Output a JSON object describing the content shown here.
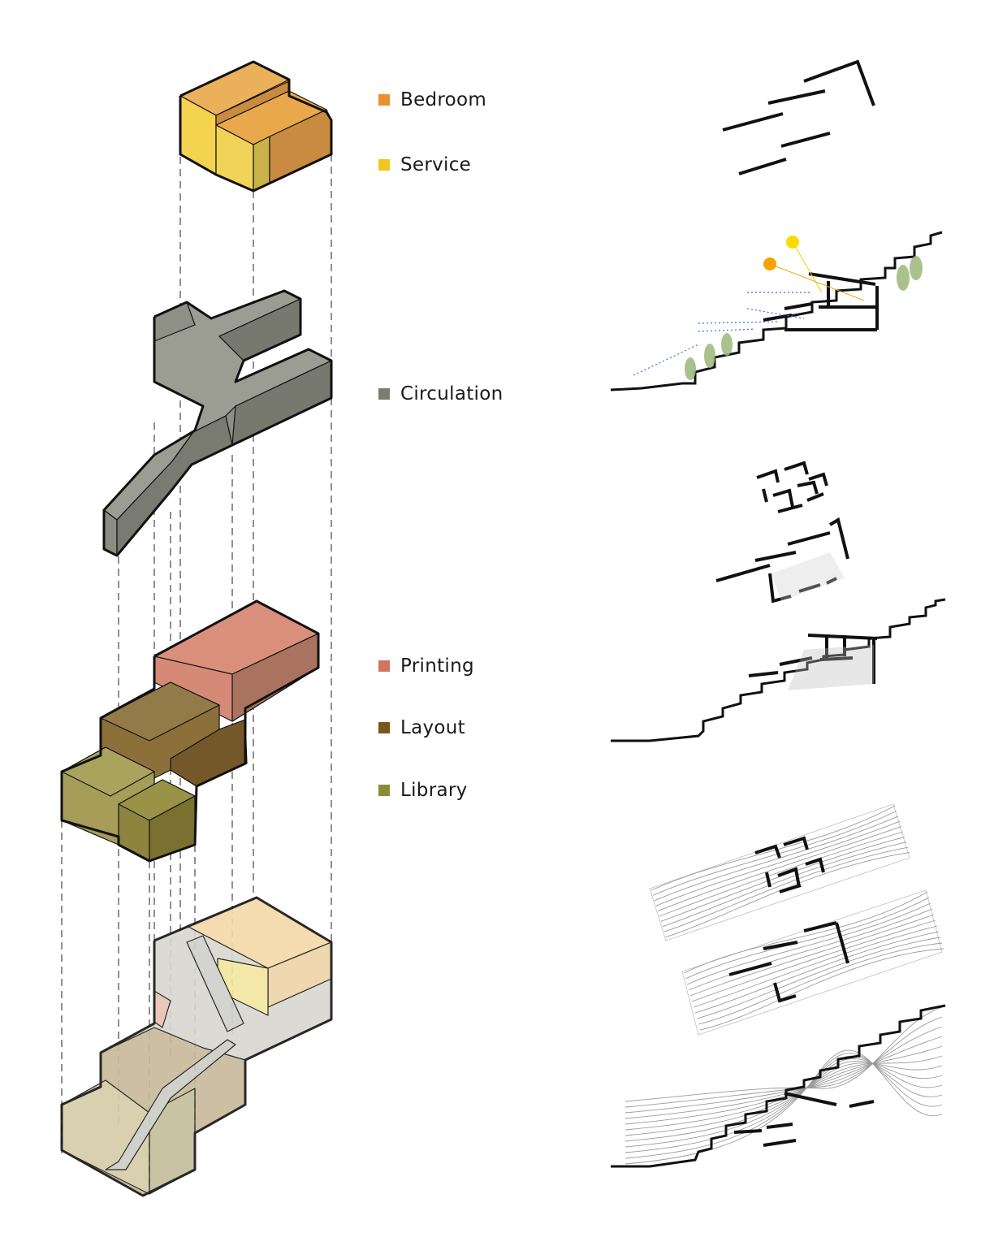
{
  "legend": {
    "bedroom": {
      "label": "Bedroom",
      "color": "#e8912e"
    },
    "service": {
      "label": "Service",
      "color": "#f0c61f"
    },
    "circulation": {
      "label": "Circulation",
      "color": "#7c7d72"
    },
    "printing": {
      "label": "Printing",
      "color": "#d0735f"
    },
    "layout": {
      "label": "Layout",
      "color": "#7a5619"
    },
    "library": {
      "label": "Library",
      "color": "#8c8a37"
    }
  },
  "sun": {
    "morning_color": "#f4a300",
    "noon_color": "#f6dc00"
  },
  "icons": [
    "axonometric-exploded-massing",
    "plan-lines",
    "section-sun-views",
    "plan-light-study",
    "plan-airflow-study",
    "section-airflow-study"
  ]
}
